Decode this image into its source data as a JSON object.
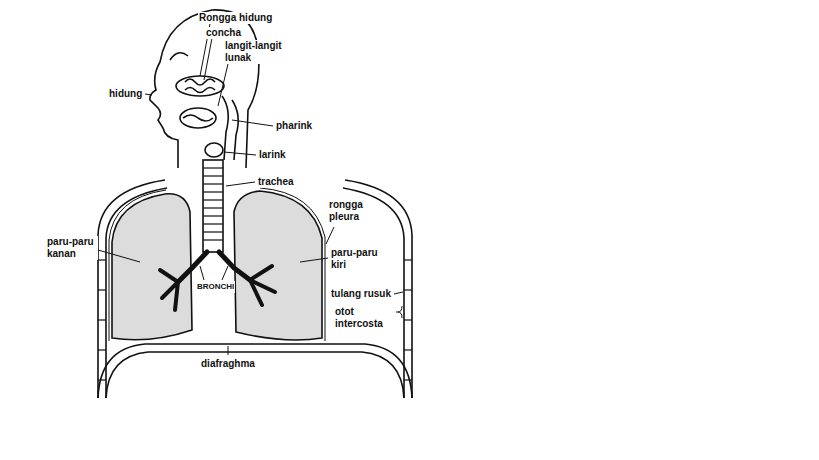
{
  "diagram": {
    "labels": [
      "Rongga hidung",
      "concha",
      "langit-langit lunak",
      "hidung",
      "pharink",
      "larink",
      "trachea",
      "rongga pleura",
      "paru-paru kanan",
      "paru-paru kiri",
      "BRONCHI",
      "tulang rusuk",
      "otot intercosta",
      "diafraghma"
    ]
  }
}
